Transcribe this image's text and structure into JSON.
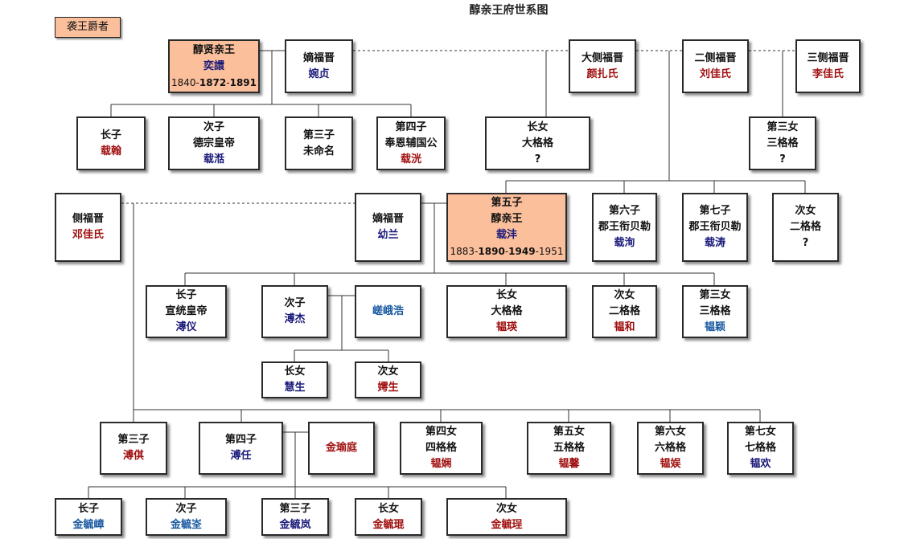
{
  "title": "醇亲王府世系图",
  "legend": "袭王爵者",
  "gen1": {
    "yixuan": {
      "title": "醇贤亲王",
      "name": "奕譞",
      "y1": "1840",
      "y2": "1872",
      "y3": "1891"
    },
    "main_wife": {
      "title": "嫡福晋",
      "name": "婉贞"
    },
    "concubine1": {
      "title": "大侧福晋",
      "name": "颜扎氏"
    },
    "concubine2": {
      "title": "二侧福晋",
      "name": "刘佳氏"
    },
    "concubine3": {
      "title": "三侧福晋",
      "name": "李佳氏"
    }
  },
  "gen2": {
    "son1": {
      "title": "长子",
      "name": "载翰"
    },
    "son2": {
      "title": "次子",
      "line2": "德宗皇帝",
      "name": "载湉"
    },
    "son3": {
      "title": "第三子",
      "line2": "未命名"
    },
    "son4": {
      "title": "第四子",
      "line2": "奉恩辅国公",
      "name": "载洸"
    },
    "daughter1": {
      "title": "长女",
      "line2": "大格格",
      "line3": "?"
    },
    "daughter3": {
      "title": "第三女",
      "line2": "三格格",
      "line3": "?"
    },
    "zaifeng_main_wife": {
      "title": "嫡福晋",
      "name": "幼兰"
    },
    "zaifeng": {
      "title": "第五子",
      "line2": "醇亲王",
      "name": "载沣",
      "y1": "1883",
      "y2": "1890",
      "y3": "1949",
      "y4": "1951"
    },
    "son6": {
      "title": "第六子",
      "line2": "郡王衔贝勒",
      "name": "载洵"
    },
    "son7": {
      "title": "第七子",
      "line2": "郡王衔贝勒",
      "name": "载涛"
    },
    "daughter2": {
      "title": "次女",
      "line2": "二格格",
      "line3": "?"
    },
    "zaifeng_concubine": {
      "title": "侧福晋",
      "name": "邓佳氏"
    }
  },
  "gen3": {
    "puyi": {
      "title": "长子",
      "line2": "宣统皇帝",
      "name": "溥仪"
    },
    "pujie": {
      "title": "次子",
      "name": "溥杰"
    },
    "pujie_wife": {
      "name": "嵯峨浩"
    },
    "d1": {
      "title": "长女",
      "line2": "大格格",
      "name": "韫瑛"
    },
    "d2": {
      "title": "次女",
      "line2": "二格格",
      "name": "韫和"
    },
    "d3": {
      "title": "第三女",
      "line2": "三格格",
      "name": "韫颖"
    },
    "s3": {
      "title": "第三子",
      "name": "溥倛"
    },
    "s4": {
      "title": "第四子",
      "name": "溥任"
    },
    "s4_wife": {
      "name": "金瑜庭"
    },
    "d4": {
      "title": "第四女",
      "line2": "四格格",
      "name": "韫娴"
    },
    "d5": {
      "title": "第五女",
      "line2": "五格格",
      "name": "韫馨"
    },
    "d6": {
      "title": "第六女",
      "line2": "六格格",
      "name": "韫娱"
    },
    "d7": {
      "title": "第七女",
      "line2": "七格格",
      "name": "韫欢"
    }
  },
  "gen4": {
    "pujie_d1": {
      "title": "长女",
      "name": "慧生"
    },
    "pujie_d2": {
      "title": "次女",
      "name": "嫮生"
    },
    "puren_s1": {
      "title": "长子",
      "name": "金毓嶂"
    },
    "puren_s2": {
      "title": "次子",
      "name": "金毓峑"
    },
    "puren_s3": {
      "title": "第三子",
      "name": "金毓岚"
    },
    "puren_d1": {
      "title": "长女",
      "name": "金毓琨"
    },
    "puren_d2": {
      "title": "次女",
      "name": "金毓珵"
    }
  },
  "colors": {
    "highlight": "#fbbf9c",
    "navy": "#1a1a7a",
    "red": "#a01010",
    "blue": "#1a5aa0",
    "border": "#2a2a2a"
  }
}
